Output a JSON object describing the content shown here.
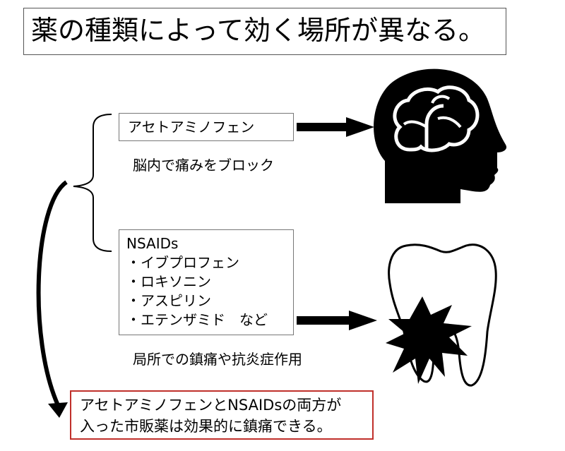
{
  "title": "薬の種類によって効く場所が異なる。",
  "acetaminophen": {
    "name": "アセトアミノフェン",
    "caption": "脳内で痛みをブロック"
  },
  "nsaids": {
    "heading": "NSAIDs",
    "items": [
      "・イブプロフェン",
      "・ロキソニン",
      "・アスピリン",
      "・エテンザミド　など"
    ],
    "caption": "局所での鎮痛や抗炎症作用"
  },
  "summary": {
    "line1": "アセトアミノフェンとNSAIDsの両方が",
    "line2": "入った市販薬は効果的に鎮痛できる。"
  },
  "icons": {
    "brain_head": "head-brain-icon",
    "tooth_pain": "tooth-pain-icon"
  },
  "colors": {
    "summary_border": "#c0302b"
  }
}
